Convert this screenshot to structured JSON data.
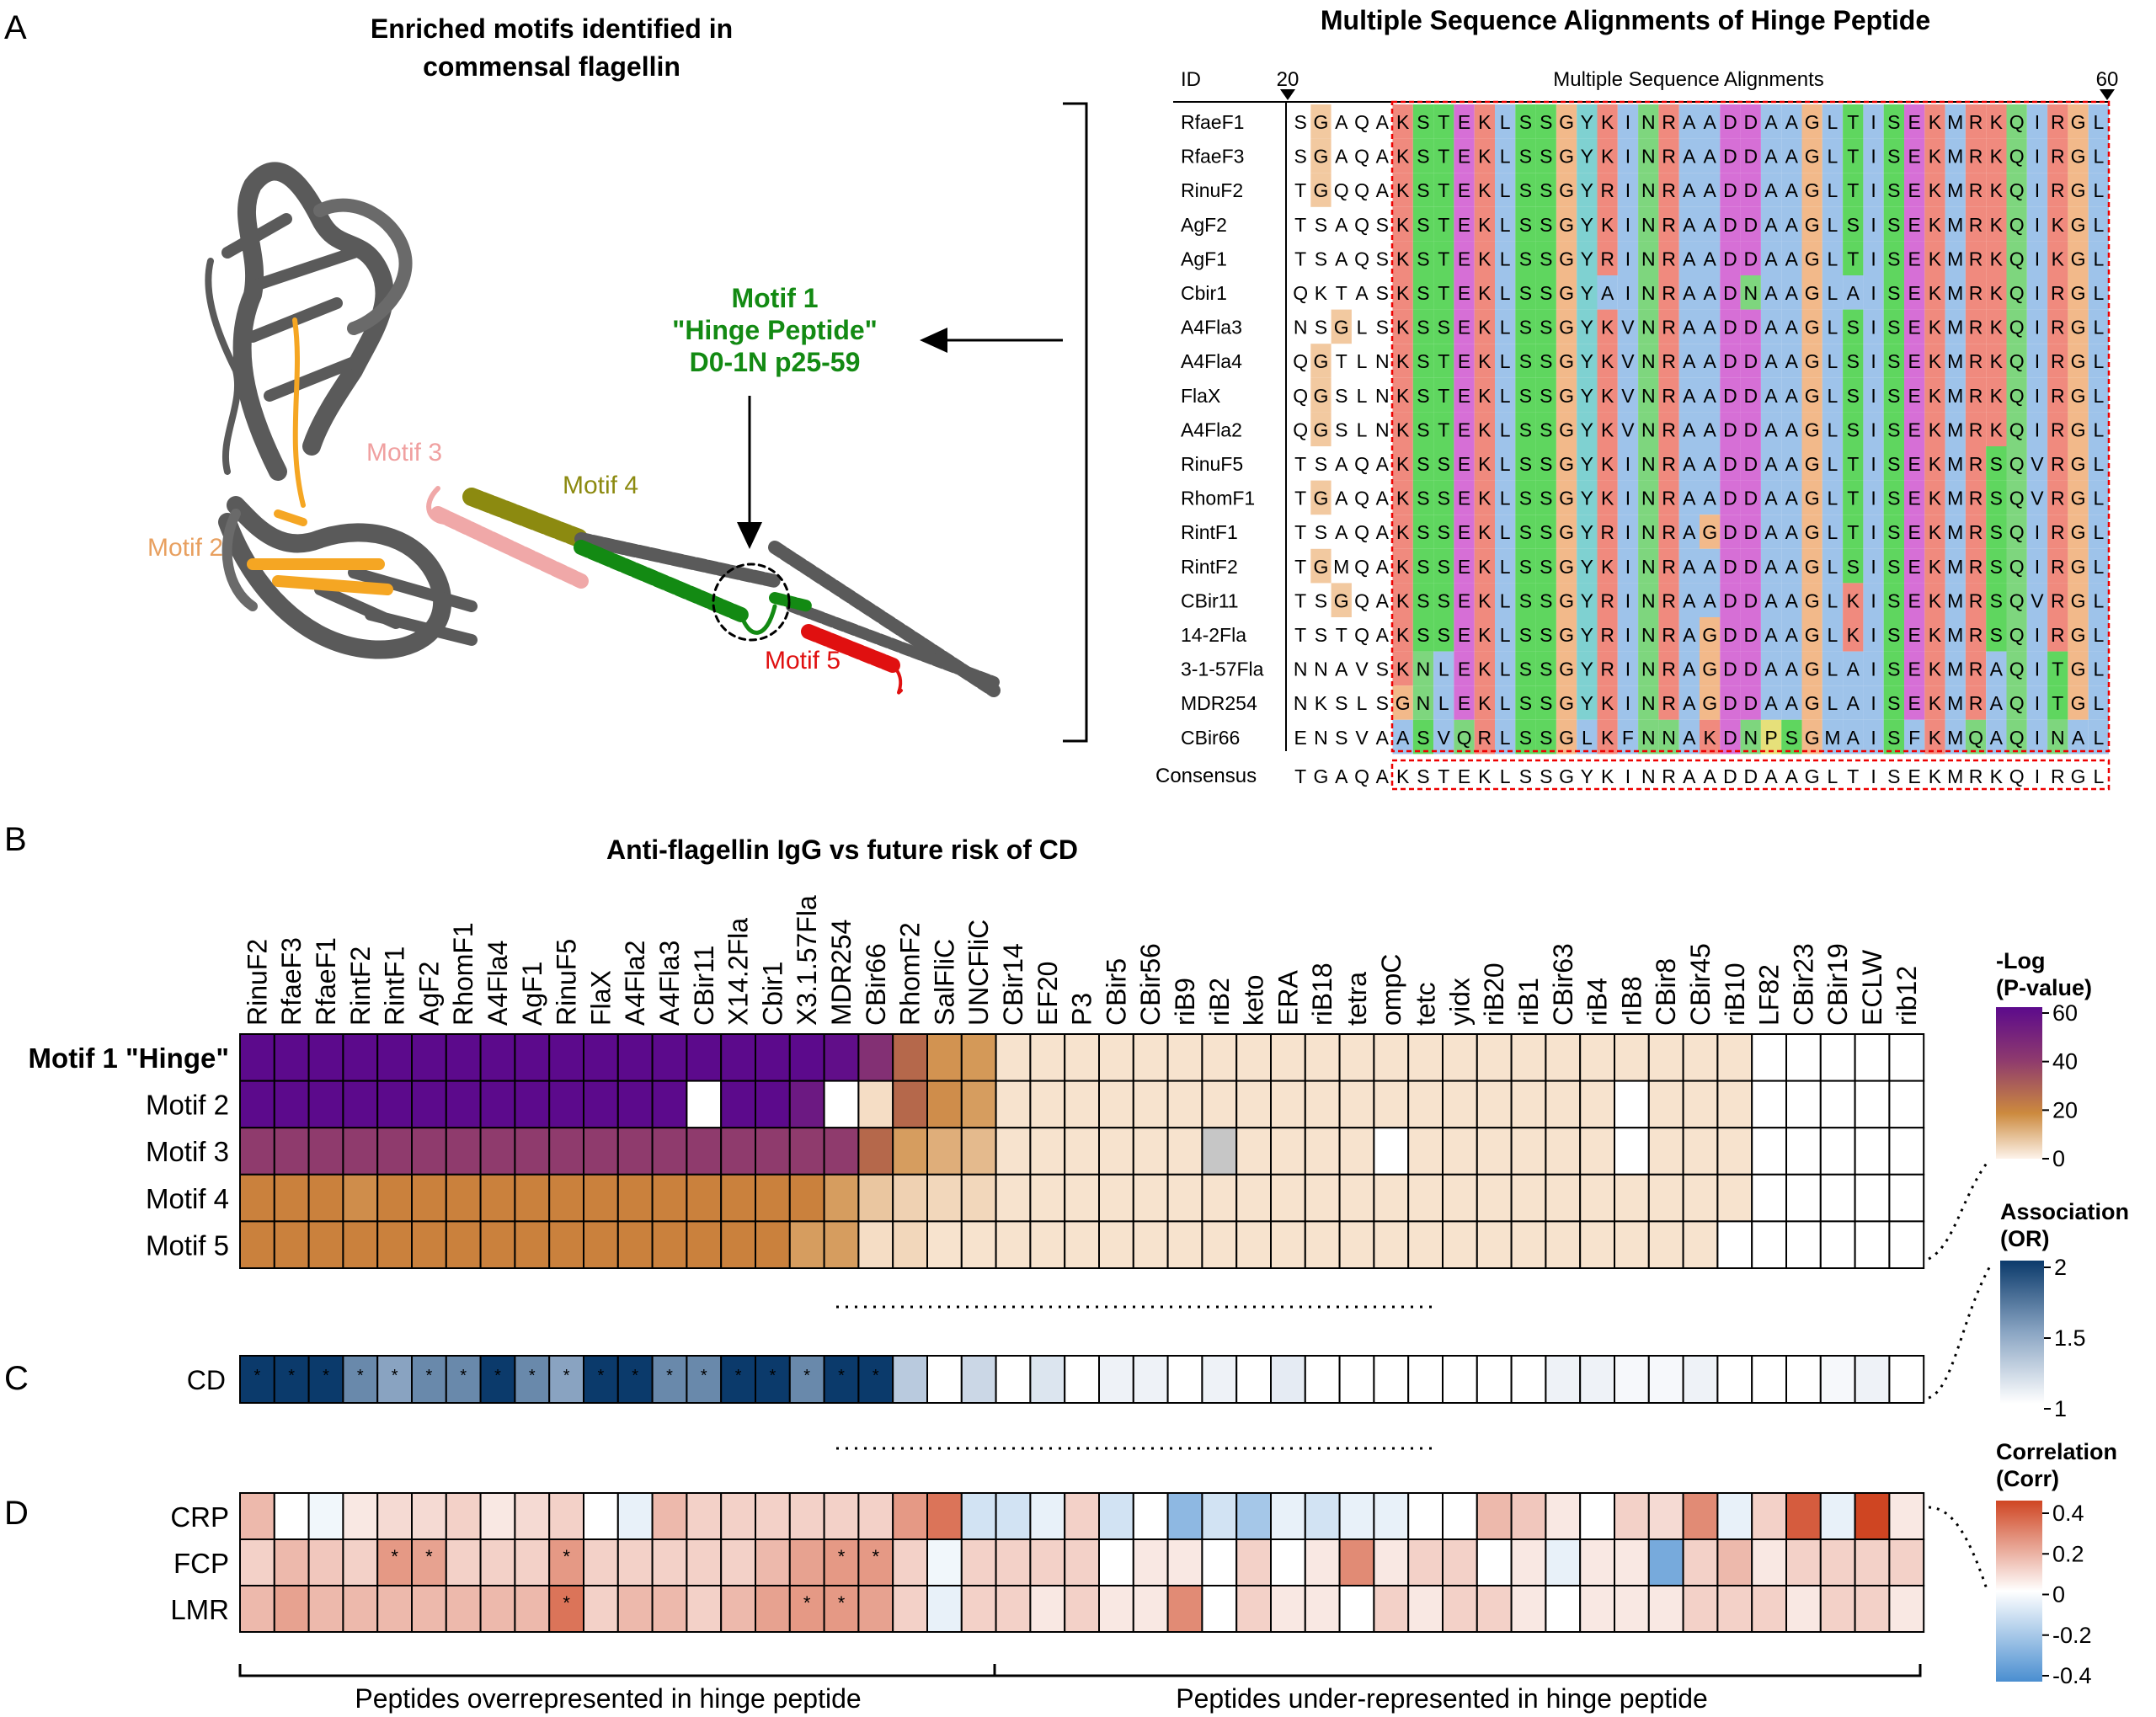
{
  "panel_labels": {
    "a": "A",
    "b": "B",
    "c": "C",
    "d": "D"
  },
  "panel_a": {
    "structure_title_1": "Enriched motifs identified in",
    "structure_title_2": "commensal flagellin",
    "motif1_line1": "Motif 1",
    "motif1_line2": "\"Hinge Peptide\"",
    "motif1_line3": "D0-1N p25-59",
    "motif2": "Motif 2",
    "motif3": "Motif 3",
    "motif4": "Motif 4",
    "motif5": "Motif 5",
    "colors": {
      "motif1": "#138a13",
      "motif2": "#f5a623",
      "motif3": "#f0a8a8",
      "motif4": "#8c8a10",
      "motif5": "#e01010",
      "protein": "#5a5a5a"
    },
    "msa_title": "Multiple Sequence Alignments of Hinge Peptide",
    "msa_id_header": "ID",
    "msa_header": "Multiple Sequence Alignments",
    "msa_start": "20",
    "msa_end": "60",
    "msa_rows": [
      {
        "id": "RfaeF1",
        "seq": "SGAQAKSTEKLSSGYKINRAADDAAGLTISEKMRKQIRGL"
      },
      {
        "id": "RfaeF3",
        "seq": "SGAQAKSTEKLSSGYKINRAADDAAGLTISEKMRKQIRGL"
      },
      {
        "id": "RinuF2",
        "seq": "TGQQAKSTEKLSSGYRINRAADDAAGLTISEKMRKQIRGL"
      },
      {
        "id": "AgF2",
        "seq": "TSAQSKSTEKLSSGYKINRAADDAAGLSISEKMRKQIKGL"
      },
      {
        "id": "AgF1",
        "seq": "TSAQSKSTEKLSSGYRINRAADDAAGLTISEKMRKQIKGL"
      },
      {
        "id": "Cbir1",
        "seq": "QKTASKSTEKLSSGYAINRAADNAAGLAISEKMRKQIRGL"
      },
      {
        "id": "A4Fla3",
        "seq": "NSGLSKSSEKLSSGYKVNRAADDAAGLSISEKMRKQIRGL"
      },
      {
        "id": "A4Fla4",
        "seq": "QGTLNKSTEKLSSGYKVNRAADDAAGLSISEKMRKQIRGL"
      },
      {
        "id": "FlaX",
        "seq": "QGSLNKSTEKLSSGYKVNRAADDAAGLSISEKMRKQIRGL"
      },
      {
        "id": "A4Fla2",
        "seq": "QGSLNKSTEKLSSGYKVNRAADDAAGLSISEKMRKQIRGL"
      },
      {
        "id": "RinuF5",
        "seq": "TSAQAKSSEKLSSGYKINRAADDAAGLTISEKMRSQVRGL"
      },
      {
        "id": "RhomF1",
        "seq": "TGAQAKSSEKLSSGYKINRAADDAAGLTISEKMRSQVRGL"
      },
      {
        "id": "RintF1",
        "seq": "TSAQAKSSEKLSSGYRINRAGDDAAGLTISEKMRSQIRGL"
      },
      {
        "id": "RintF2",
        "seq": "TGMQAKSSEKLSSGYKINRAADDAAGLSISEKMRSQIRGL"
      },
      {
        "id": "CBir11",
        "seq": "TSGQAKSSEKLSSGYRINRAADDAAGLKISEKMRSQVRGL"
      },
      {
        "id": "14-2Fla",
        "seq": "TSTQAKSSEKLSSGYRINRAGDDAAGLKISEKMRSQIRGL"
      },
      {
        "id": "3-1-57Fla",
        "seq": "NNAVSKNLEKLSSGYRINRAGDDAAGLAISEKMRAQITGL"
      },
      {
        "id": "MDR254",
        "seq": "NKSLSGNLEKLSSGYKINRAGDDAAGLAISEKMRAQITGL"
      },
      {
        "id": "CBir66",
        "seq": "ENSVAASVQRLSSGLKFNNAKDNPSGMAISFKMQAQINAL"
      }
    ],
    "consensus_label": "Consensus",
    "consensus_seq": "TGAQAKSTEKLSSGYKINRAADDAAGLTISEKMRKQIRGL"
  },
  "panel_b": {
    "title": "Anti-flagellin IgG vs future risk of CD",
    "columns": [
      "RinuF2",
      "RfaeF3",
      "RfaeF1",
      "RintF2",
      "RintF1",
      "AgF2",
      "RhomF1",
      "A4Fla4",
      "AgF1",
      "RinuF5",
      "FlaX",
      "A4Fla2",
      "A4Fla3",
      "CBir11",
      "X14.2Fla",
      "Cbir1",
      "X3.1.57Fla",
      "MDR254",
      "CBir66",
      "RhomF2",
      "SalFliC",
      "UNCFliC",
      "CBir14",
      "EF20",
      "P3",
      "CBir5",
      "CBir56",
      "riB9",
      "riB2",
      "keto",
      "ERA",
      "riB18",
      "tetra",
      "ompC",
      "tetc",
      "yidx",
      "riB20",
      "riB1",
      "CBir63",
      "riB4",
      "rIB8",
      "CBir8",
      "CBir45",
      "riB10",
      "LF82",
      "CBir23",
      "CBir19",
      "ECLW",
      "rib12"
    ],
    "rows": [
      "Motif 1 \"Hinge\"",
      "Motif 2",
      "Motif 3",
      "Motif 4",
      "Motif 5"
    ],
    "values": [
      [
        62,
        62,
        62,
        62,
        62,
        62,
        62,
        62,
        62,
        62,
        62,
        62,
        62,
        62,
        62,
        62,
        62,
        60,
        45,
        30,
        18,
        16,
        3,
        3,
        3,
        3,
        3,
        3,
        3,
        3,
        3,
        3,
        3,
        3,
        3,
        3,
        3,
        3,
        3,
        3,
        3,
        3,
        3,
        3,
        0,
        0,
        0,
        0,
        0
      ],
      [
        62,
        62,
        62,
        62,
        62,
        62,
        62,
        62,
        62,
        62,
        62,
        62,
        62,
        0,
        62,
        62,
        55,
        0,
        4,
        30,
        20,
        15,
        3,
        3,
        3,
        3,
        3,
        3,
        3,
        3,
        3,
        3,
        3,
        3,
        3,
        3,
        3,
        3,
        3,
        3,
        0,
        3,
        3,
        3,
        0,
        0,
        0,
        0,
        0
      ],
      [
        40,
        40,
        40,
        40,
        40,
        40,
        40,
        40,
        40,
        40,
        40,
        40,
        40,
        40,
        40,
        40,
        40,
        40,
        30,
        15,
        12,
        10,
        3,
        3,
        3,
        3,
        3,
        3,
        -1,
        3,
        3,
        3,
        3,
        0,
        3,
        3,
        3,
        3,
        3,
        3,
        0,
        3,
        3,
        3,
        0,
        0,
        0,
        0,
        0
      ],
      [
        24,
        24,
        24,
        20,
        24,
        24,
        24,
        24,
        24,
        24,
        24,
        24,
        24,
        24,
        24,
        24,
        24,
        15,
        8,
        6,
        5,
        5,
        3,
        3,
        3,
        3,
        3,
        3,
        3,
        3,
        3,
        3,
        3,
        3,
        3,
        3,
        3,
        3,
        3,
        3,
        3,
        3,
        3,
        3,
        0,
        0,
        0,
        0,
        0
      ],
      [
        24,
        24,
        24,
        24,
        24,
        24,
        24,
        24,
        24,
        24,
        24,
        24,
        24,
        24,
        24,
        24,
        15,
        15,
        4,
        5,
        3,
        3,
        3,
        3,
        3,
        3,
        3,
        3,
        3,
        3,
        3,
        3,
        3,
        3,
        3,
        3,
        3,
        3,
        3,
        3,
        3,
        3,
        3,
        0,
        0,
        0,
        0,
        0,
        0
      ]
    ],
    "legend_title_1": "-Log",
    "legend_title_2": "(P-value)",
    "legend_ticks": [
      "60",
      "40",
      "20",
      "0"
    ]
  },
  "panel_c": {
    "row_label": "CD",
    "values": [
      2,
      2,
      2,
      1.7,
      1.6,
      1.7,
      1.7,
      2,
      1.7,
      1.6,
      2,
      2,
      1.7,
      1.7,
      2,
      2,
      1.7,
      2,
      2,
      1.4,
      1,
      1.3,
      1,
      1.2,
      1,
      1.1,
      1.1,
      1,
      1.1,
      1,
      1.15,
      1,
      1,
      1,
      1,
      1,
      1,
      1,
      1.1,
      1.1,
      1.05,
      1.05,
      1.1,
      1,
      1,
      1,
      1.05,
      1.1,
      1
    ],
    "stars": [
      1,
      1,
      1,
      1,
      1,
      1,
      1,
      1,
      1,
      1,
      1,
      1,
      1,
      1,
      1,
      1,
      1,
      1,
      1,
      0,
      0,
      0,
      0,
      0,
      0,
      0,
      0,
      0,
      0,
      0,
      0,
      0,
      0,
      0,
      0,
      0,
      0,
      0,
      0,
      0,
      0,
      0,
      0,
      0,
      0,
      0,
      0,
      0,
      0
    ],
    "star_symbol": "*",
    "legend_title_1": "Association",
    "legend_title_2": "(OR)",
    "legend_ticks": [
      "2",
      "1.5",
      "1"
    ]
  },
  "panel_d": {
    "rows": [
      "CRP",
      "FCP",
      "LMR"
    ],
    "values": [
      [
        0.15,
        0,
        -0.03,
        0.05,
        0.08,
        0.08,
        0.1,
        0.05,
        0.08,
        0.1,
        0,
        -0.05,
        0.15,
        0.1,
        0.1,
        0.1,
        0.1,
        0.1,
        0.1,
        0.22,
        0.3,
        -0.1,
        -0.1,
        -0.05,
        0.1,
        -0.1,
        0,
        -0.25,
        -0.1,
        -0.2,
        -0.05,
        -0.1,
        -0.05,
        -0.05,
        0,
        0,
        0.15,
        0.12,
        0.05,
        0,
        0.1,
        0.08,
        0.25,
        -0.05,
        0.1,
        0.35,
        -0.05,
        0.4,
        0.05
      ],
      [
        0.1,
        0.15,
        0.12,
        0.1,
        0.22,
        0.2,
        0.1,
        0.1,
        0.1,
        0.22,
        0.1,
        0.1,
        0.1,
        0.1,
        0.1,
        0.15,
        0.2,
        0.22,
        0.22,
        0.1,
        -0.03,
        0.1,
        0.1,
        0.1,
        0.1,
        0,
        0.05,
        0.05,
        0,
        0.1,
        0,
        0.05,
        0.25,
        0.05,
        0.1,
        0.1,
        0,
        0.05,
        -0.05,
        0.05,
        0.05,
        -0.3,
        0.1,
        0.15,
        0.05,
        0.1,
        0.1,
        0.1,
        0.1
      ],
      [
        0.15,
        0.2,
        0.15,
        0.15,
        0.15,
        0.15,
        0.15,
        0.15,
        0.15,
        0.3,
        0.1,
        0.15,
        0.15,
        0.1,
        0.15,
        0.2,
        0.22,
        0.22,
        0.2,
        0.1,
        -0.05,
        0.1,
        0.1,
        0.05,
        0.1,
        0.05,
        0.05,
        0.25,
        0,
        0.1,
        0.05,
        0.05,
        0,
        0.1,
        0.05,
        0.1,
        0.1,
        0.05,
        0,
        0.05,
        0.05,
        0.05,
        0.1,
        0.1,
        0.1,
        0.05,
        0.1,
        0.1,
        0.05
      ]
    ],
    "stars": [
      [],
      [
        4,
        5,
        9,
        17,
        18
      ],
      [
        9,
        16,
        17
      ]
    ],
    "star_symbol": "*",
    "legend_title_1": "Correlation",
    "legend_title_2": "(Corr)",
    "legend_ticks": [
      "0.4",
      "0.2",
      "0",
      "-0.2",
      "-0.4"
    ],
    "bracket_left": "Peptides overrepresented in hinge peptide",
    "bracket_right": "Peptides under-represented in hinge peptide"
  }
}
